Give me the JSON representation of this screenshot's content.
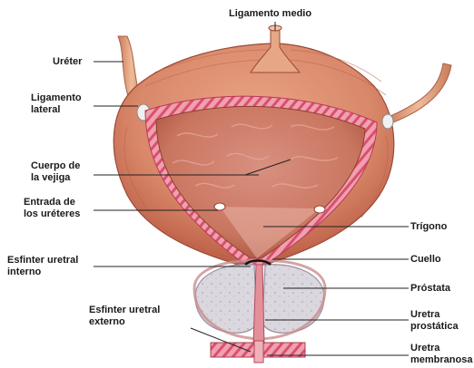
{
  "labels": {
    "ligamento_medio": "Ligamento medio",
    "ureter": "Uréter",
    "ligamento_lateral": [
      "Ligamento",
      "lateral"
    ],
    "cuerpo_vejiga": [
      "Cuerpo de",
      "la vejiga"
    ],
    "entrada_ureteres": [
      "Entrada de",
      "los uréteres"
    ],
    "trigono": "Trígono",
    "esfinter_interno": [
      "Esfinter uretral",
      "interno"
    ],
    "cuello": "Cuello",
    "prostata": "Próstata",
    "esfinter_externo": [
      "Esfinter uretral",
      "externo"
    ],
    "uretra_prostatica": [
      "Uretra",
      "prostática"
    ],
    "uretra_membranosa": [
      "Uretra",
      "membranosa"
    ]
  },
  "colors": {
    "muscle_outer": "#d9886a",
    "muscle_dark": "#b5543e",
    "wall_stripe": "#e46f86",
    "wall_inner": "#f4b8bf",
    "mucosa": "#c97660",
    "mucosa_dark": "#a8533f",
    "prostate": "#d9d6dc",
    "ureter": "#e4a37f",
    "leader_line": "#222222"
  }
}
